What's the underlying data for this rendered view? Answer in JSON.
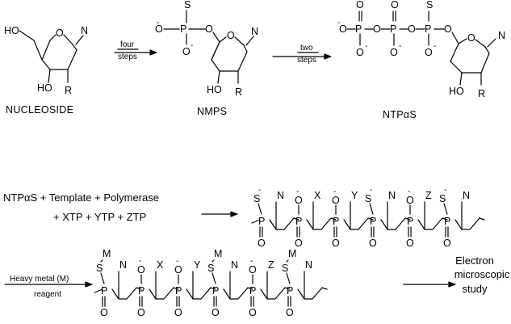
{
  "compounds": {
    "nucleoside": "NUCLEOSIDE",
    "nmps": "NMPS",
    "ntpas": "NTPαS"
  },
  "steps": {
    "four": "four",
    "two": "two",
    "steps": "steps",
    "heavy_metal": "Heavy metal (M)",
    "reagent": "reagent"
  },
  "reaction": {
    "line1": "NTPαS + Template + Polymerase",
    "line2": "+ XTP + YTP + ZTP"
  },
  "product": {
    "line1": "Electron",
    "line2": "microscopic",
    "line3": "study"
  },
  "chain1_bases": [
    "N",
    "X",
    "Y",
    "N",
    "Z",
    "N"
  ],
  "chain2_bases": [
    "N",
    "X",
    "Y",
    "N",
    "Z",
    "N"
  ],
  "atoms": {
    "ho": "HO",
    "n": "N",
    "o": "O",
    "r": "R",
    "p": "P",
    "s": "S",
    "m": "M"
  }
}
